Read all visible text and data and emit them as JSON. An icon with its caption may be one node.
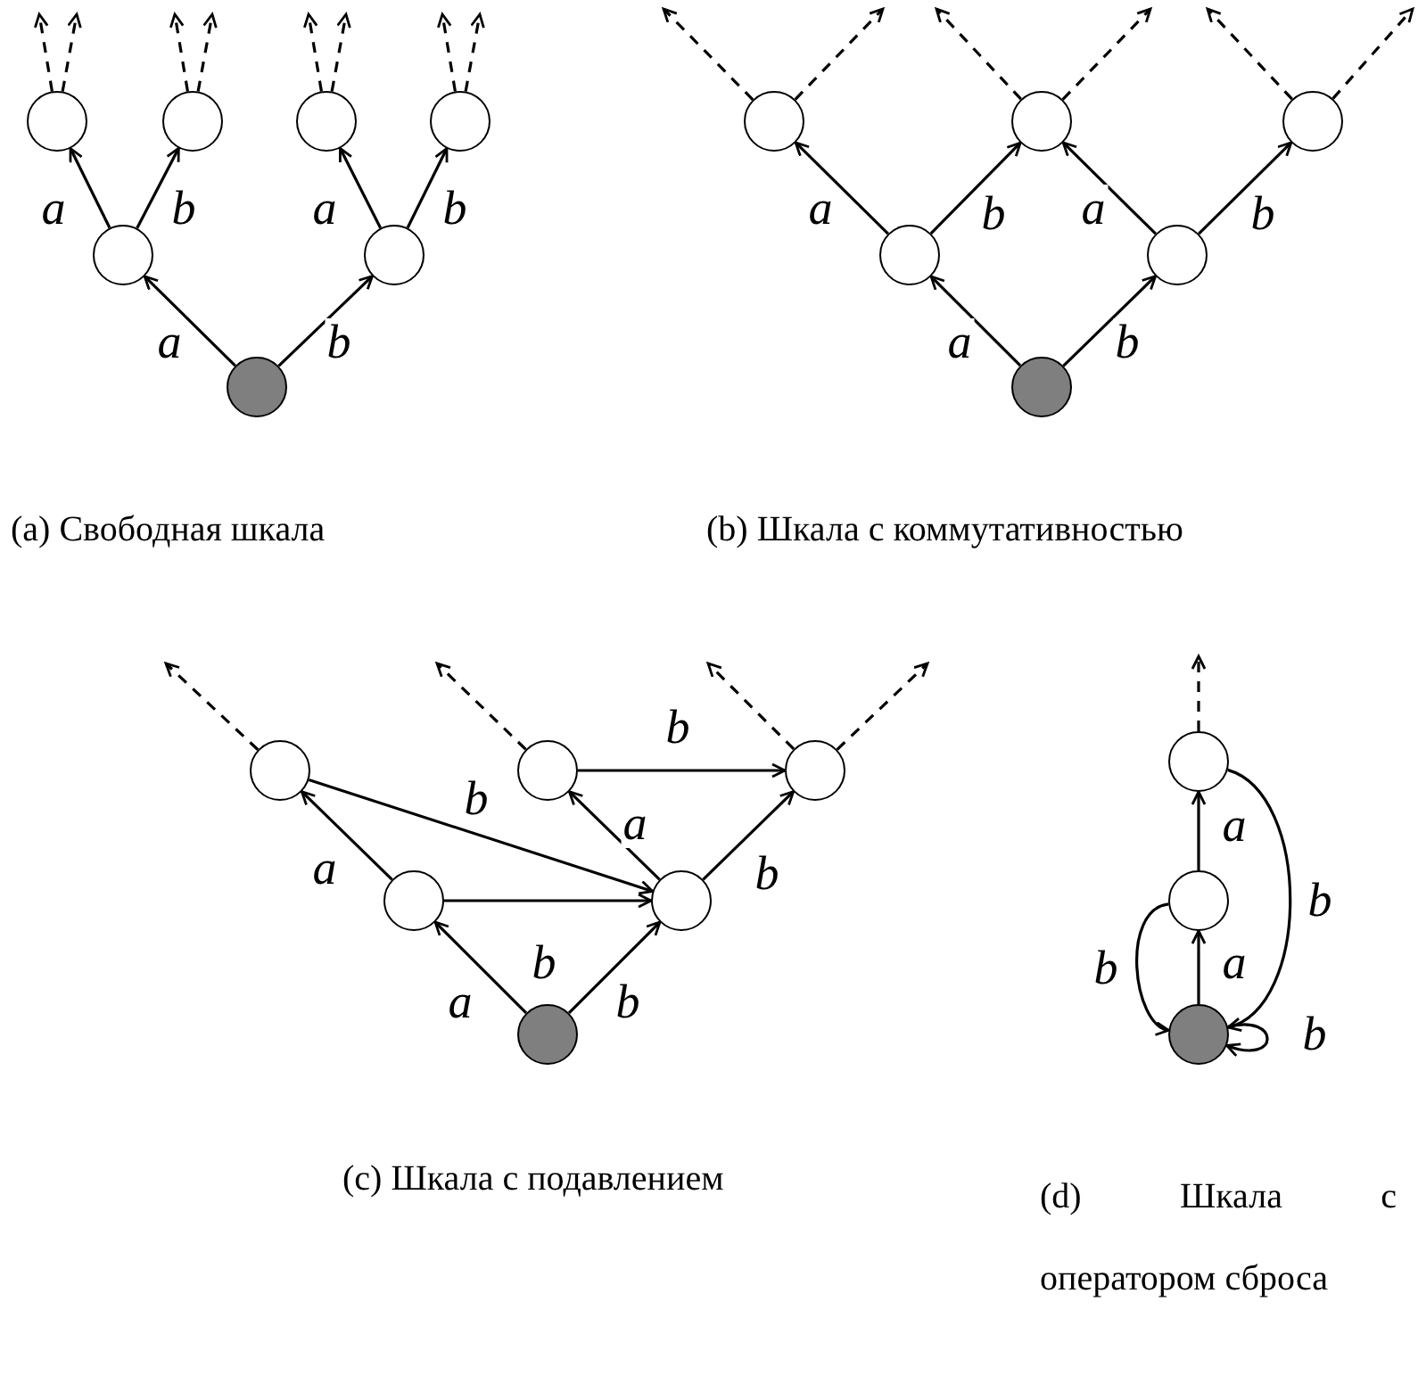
{
  "diagram": {
    "nodes": [
      {
        "text": [],
        "shape": "circle"
      },
      {
        "text": [],
        "shape": "circle"
      },
      {
        "text": [],
        "shape": "circle"
      },
      {
        "text": [],
        "shape": "circle"
      },
      {
        "text": [],
        "shape": "circle"
      },
      {
        "text": [],
        "shape": "circle"
      },
      {
        "text": [],
        "shape": "circle"
      },
      {
        "text": [],
        "shape": "circle"
      },
      {
        "text": [],
        "shape": "circle"
      },
      {
        "text": [],
        "shape": "circle"
      },
      {
        "text": [],
        "shape": "circle"
      },
      {
        "text": [],
        "shape": "circle"
      },
      {
        "text": [],
        "shape": "circle"
      },
      {
        "text": [],
        "shape": "circle"
      },
      {
        "text": [],
        "shape": "circle"
      },
      {
        "text": [],
        "shape": "circle"
      },
      {
        "text": [],
        "shape": "circle"
      },
      {
        "text": [],
        "shape": "circle"
      },
      {
        "text": [],
        "shape": "circle"
      },
      {
        "text": [],
        "shape": "circle"
      },
      {
        "text": [],
        "shape": "circle"
      },
      {
        "text": [],
        "shape": "circle"
      }
    ],
    "edges": [
      {
        "from": 6,
        "to": 4,
        "arrow": "to",
        "label": "a"
      },
      {
        "from": 6,
        "to": 5,
        "arrow": "to",
        "label": "b"
      },
      {
        "from": 4,
        "to": 0,
        "arrow": "to",
        "label": "a"
      },
      {
        "from": 4,
        "to": 1,
        "arrow": "to",
        "label": "b"
      },
      {
        "from": 5,
        "to": 2,
        "arrow": "to",
        "label": "a"
      },
      {
        "from": 5,
        "to": 3,
        "arrow": "to",
        "label": "b"
      },
      {
        "from": 0,
        "to": null,
        "arrow": "to",
        "style": "dashed"
      },
      {
        "from": 0,
        "to": null,
        "arrow": "to",
        "style": "dashed"
      },
      {
        "from": 1,
        "to": null,
        "arrow": "to",
        "style": "dashed"
      },
      {
        "from": 1,
        "to": null,
        "arrow": "to",
        "style": "dashed"
      },
      {
        "from": 2,
        "to": null,
        "arrow": "to",
        "style": "dashed"
      },
      {
        "from": 2,
        "to": null,
        "arrow": "to",
        "style": "dashed"
      },
      {
        "from": 3,
        "to": null,
        "arrow": "to",
        "style": "dashed"
      },
      {
        "from": 3,
        "to": null,
        "arrow": "to",
        "style": "dashed"
      },
      {
        "from": 12,
        "to": 10,
        "arrow": "to",
        "label": "a"
      },
      {
        "from": 12,
        "to": 11,
        "arrow": "to",
        "label": "b"
      },
      {
        "from": 10,
        "to": 7,
        "arrow": "to",
        "label": "a"
      },
      {
        "from": 10,
        "to": 8,
        "arrow": "to",
        "label": "b"
      },
      {
        "from": 11,
        "to": 8,
        "arrow": "to",
        "label": "a"
      },
      {
        "from": 11,
        "to": 9,
        "arrow": "to",
        "label": "b"
      },
      {
        "from": 7,
        "to": null,
        "arrow": "to",
        "style": "dashed"
      },
      {
        "from": 7,
        "to": null,
        "arrow": "to",
        "style": "dashed"
      },
      {
        "from": 8,
        "to": null,
        "arrow": "to",
        "style": "dashed"
      },
      {
        "from": 8,
        "to": null,
        "arrow": "to",
        "style": "dashed"
      },
      {
        "from": 9,
        "to": null,
        "arrow": "to",
        "style": "dashed"
      },
      {
        "from": 9,
        "to": null,
        "arrow": "to",
        "style": "dashed"
      },
      {
        "from": 18,
        "to": 16,
        "arrow": "to",
        "label": "a"
      },
      {
        "from": 18,
        "to": 17,
        "arrow": "to",
        "label": "b"
      },
      {
        "from": 16,
        "to": 13,
        "arrow": "to",
        "label": "a"
      },
      {
        "from": 16,
        "to": 17,
        "arrow": "to",
        "label": "b"
      },
      {
        "from": 13,
        "to": 17,
        "arrow": "to",
        "label": "b"
      },
      {
        "from": 17,
        "to": 14,
        "arrow": "to",
        "label": "a"
      },
      {
        "from": 17,
        "to": 15,
        "arrow": "to",
        "label": "b"
      },
      {
        "from": 14,
        "to": 15,
        "arrow": "to",
        "label": "b"
      },
      {
        "from": 13,
        "to": null,
        "arrow": "to",
        "style": "dashed"
      },
      {
        "from": 14,
        "to": null,
        "arrow": "to",
        "style": "dashed"
      },
      {
        "from": 15,
        "to": null,
        "arrow": "to",
        "style": "dashed"
      },
      {
        "from": 15,
        "to": null,
        "arrow": "to",
        "style": "dashed"
      },
      {
        "from": 21,
        "to": 20,
        "arrow": "to",
        "label": "a"
      },
      {
        "from": 20,
        "to": 19,
        "arrow": "to",
        "label": "a"
      },
      {
        "from": 19,
        "to": 21,
        "arrow": "to",
        "label": "b"
      },
      {
        "from": 20,
        "to": 21,
        "arrow": "to",
        "label": "b"
      },
      {
        "from": 21,
        "to": 21,
        "arrow": "to",
        "label": "b"
      },
      {
        "from": 19,
        "to": null,
        "arrow": "to",
        "style": "dashed"
      }
    ],
    "labels": [
      "(a) Свободная шкала",
      "(b) Шкала с коммутативностью",
      "(c) Шкала с подавлением",
      "(d) Шкала с оператором сброса"
    ]
  }
}
